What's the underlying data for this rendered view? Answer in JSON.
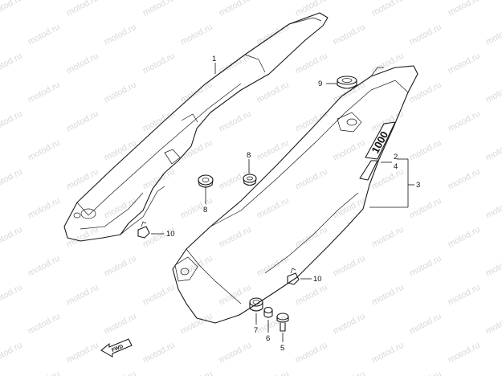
{
  "watermark": "motod.ru",
  "labels": {
    "p1": "1",
    "p2": "2",
    "p3": "3",
    "p4": "4",
    "p5": "5",
    "p6": "6",
    "p7": "7",
    "p8a": "8",
    "p8b": "8",
    "p9": "9",
    "p10a": "10",
    "p10b": "10"
  },
  "decal_text": "1000",
  "fwd_text": "FWD"
}
